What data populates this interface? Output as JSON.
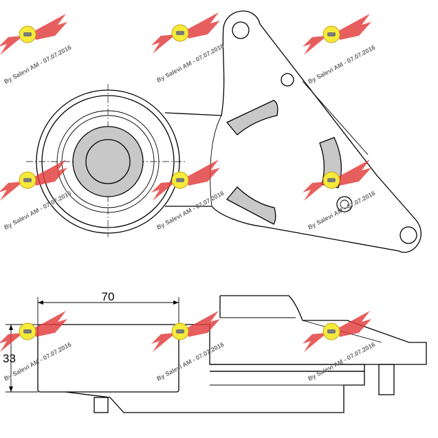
{
  "dimensions": {
    "width_label": "70",
    "height_label": "33"
  },
  "watermark": {
    "text": "By Salevi AM - 07.07.2016",
    "wing_color": "#e23b3b",
    "disc_color": "#f4ea3a"
  },
  "colors": {
    "line": "#000000",
    "slot_fill": "#c8c8c8",
    "background": "#ffffff"
  }
}
